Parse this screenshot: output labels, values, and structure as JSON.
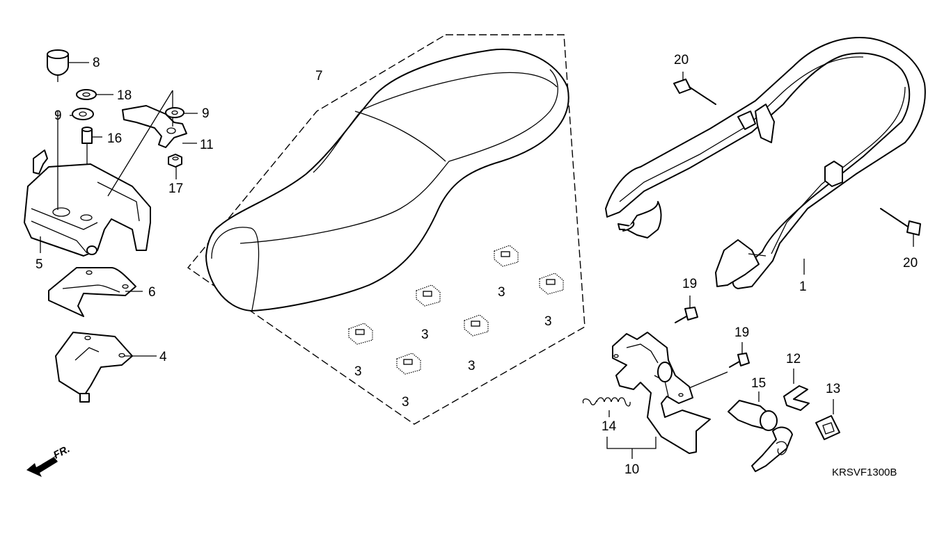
{
  "diagram": {
    "callouts": {
      "p1": "1",
      "p3": "3",
      "p4": "4",
      "p5": "5",
      "p6": "6",
      "p7": "7",
      "p8": "8",
      "p9": "9",
      "p10": "10",
      "p11": "11",
      "p12": "12",
      "p13": "13",
      "p14": "14",
      "p15": "15",
      "p16": "16",
      "p17": "17",
      "p18": "18",
      "p19": "19",
      "p20": "20"
    },
    "front_marker": "FR.",
    "drawing_code": "KRSVF1300B"
  }
}
